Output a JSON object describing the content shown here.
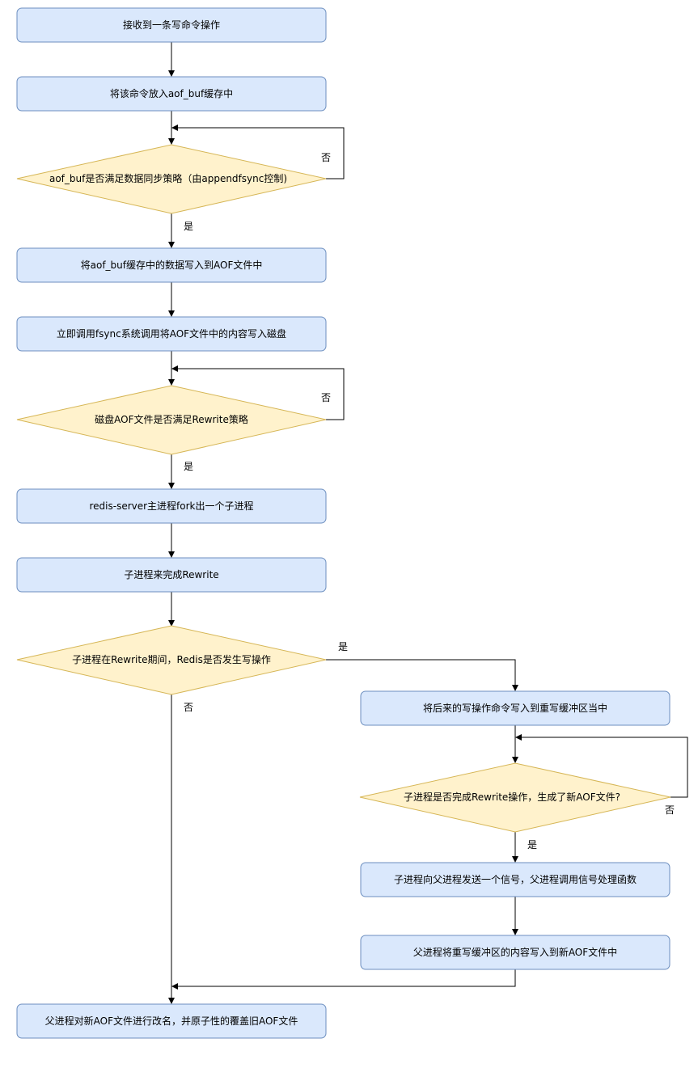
{
  "nodes": {
    "n1": "接收到一条写命令操作",
    "n2": "将该命令放入aof_buf缓存中",
    "d1": "aof_buf是否满足数据同步策略（由appendfsync控制)",
    "n3": "将aof_buf缓存中的数据写入到AOF文件中",
    "n4": "立即调用fsync系统调用将AOF文件中的内容写入磁盘",
    "d2": "磁盘AOF文件是否满足Rewrite策略",
    "n5": "redis-server主进程fork出一个子进程",
    "n6": "子进程来完成Rewrite",
    "d3": "子进程在Rewrite期间，Redis是否发生写操作",
    "n7": "将后来的写操作命令写入到重写缓冲区当中",
    "d4": "子进程是否完成Rewrite操作，生成了新AOF文件?",
    "n8": "子进程向父进程发送一个信号，父进程调用信号处理函数",
    "n9": "父进程将重写缓冲区的内容写入到新AOF文件中",
    "n10": "父进程对新AOF文件进行改名，并原子性的覆盖旧AOF文件"
  },
  "edge_labels": {
    "d1_no": "否",
    "d1_yes": "是",
    "d2_no": "否",
    "d2_yes": "是",
    "d3_yes": "是",
    "d3_no": "否",
    "d4_no": "否",
    "d4_yes": "是"
  },
  "colors": {
    "process_fill": "#dae8fc",
    "process_stroke": "#6c8ebf",
    "decision_fill": "#fff2cc",
    "decision_stroke": "#d6b656"
  }
}
